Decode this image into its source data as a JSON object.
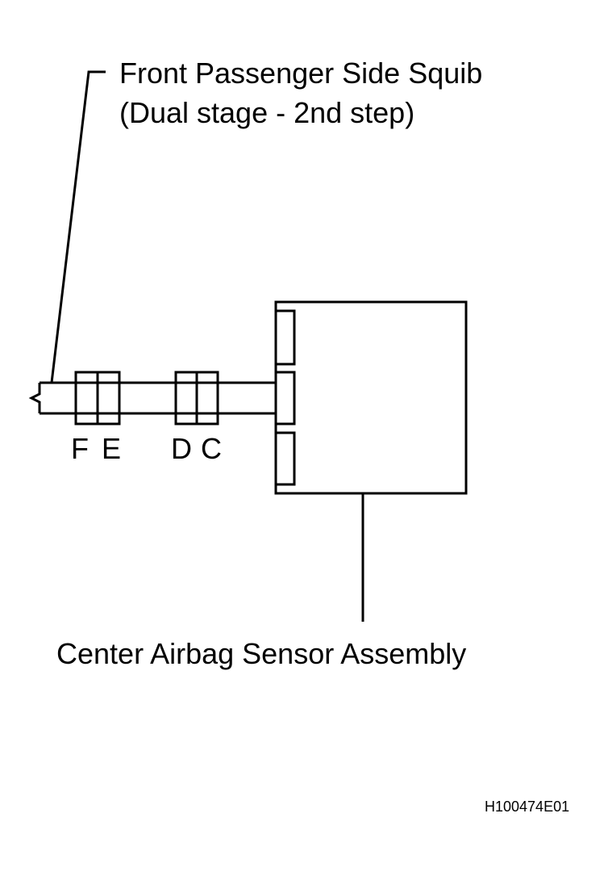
{
  "squib": {
    "title": "Front Passenger Side Squib",
    "subtitle": "(Dual stage - 2nd step)"
  },
  "connectors": {
    "f": "F",
    "e": "E",
    "d": "D",
    "c": "C"
  },
  "sensor": {
    "label": "Center Airbag Sensor Assembly"
  },
  "figure_code": "H100474E01",
  "colors": {
    "line": "#000000",
    "background": "#ffffff"
  }
}
